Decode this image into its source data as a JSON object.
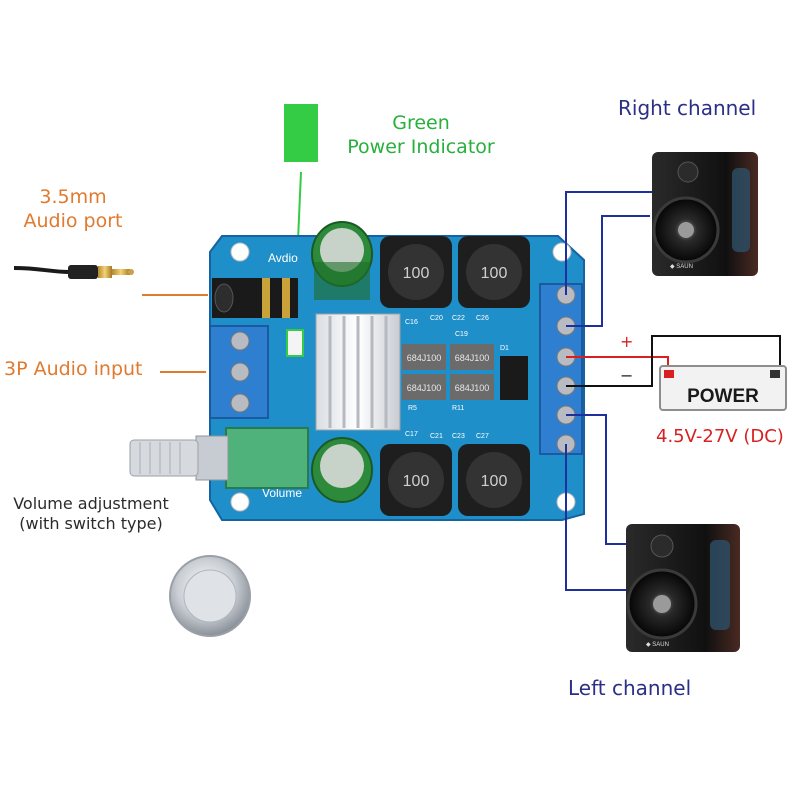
{
  "labels": {
    "audio_port": [
      "3.5mm",
      "Audio port"
    ],
    "green_indicator": [
      "Green",
      "Power Indicator"
    ],
    "right_channel": "Right channel",
    "left_channel": "Left channel",
    "audio_input": "3P Audio input",
    "volume": [
      "Volume adjustment",
      "(with switch type)"
    ],
    "supply_voltage": "4.5V-27V (DC)",
    "plus": "+",
    "minus": "−"
  },
  "board": {
    "silkscreen_audio": "Avdio",
    "silkscreen_volume": "Volume",
    "inductor_code": "100",
    "cap_code": "684J100",
    "component_refs": [
      "C16",
      "C20",
      "C22",
      "C26",
      "D1",
      "C19",
      "C17",
      "C21",
      "C23",
      "C27",
      "R5",
      "R11"
    ]
  },
  "battery": {
    "brand": "POWER"
  },
  "speaker": {
    "brand": "◆ SAUN"
  },
  "colors": {
    "board": "#1f8fc9",
    "terminal": "#2f7fd0",
    "wire_blue": "#1e2f9e",
    "wire_red": "#d82020",
    "wire_black": "#111111",
    "indicator": "#33cc44",
    "label_orange": "#e07a2e",
    "label_navy": "#2c2f86"
  }
}
